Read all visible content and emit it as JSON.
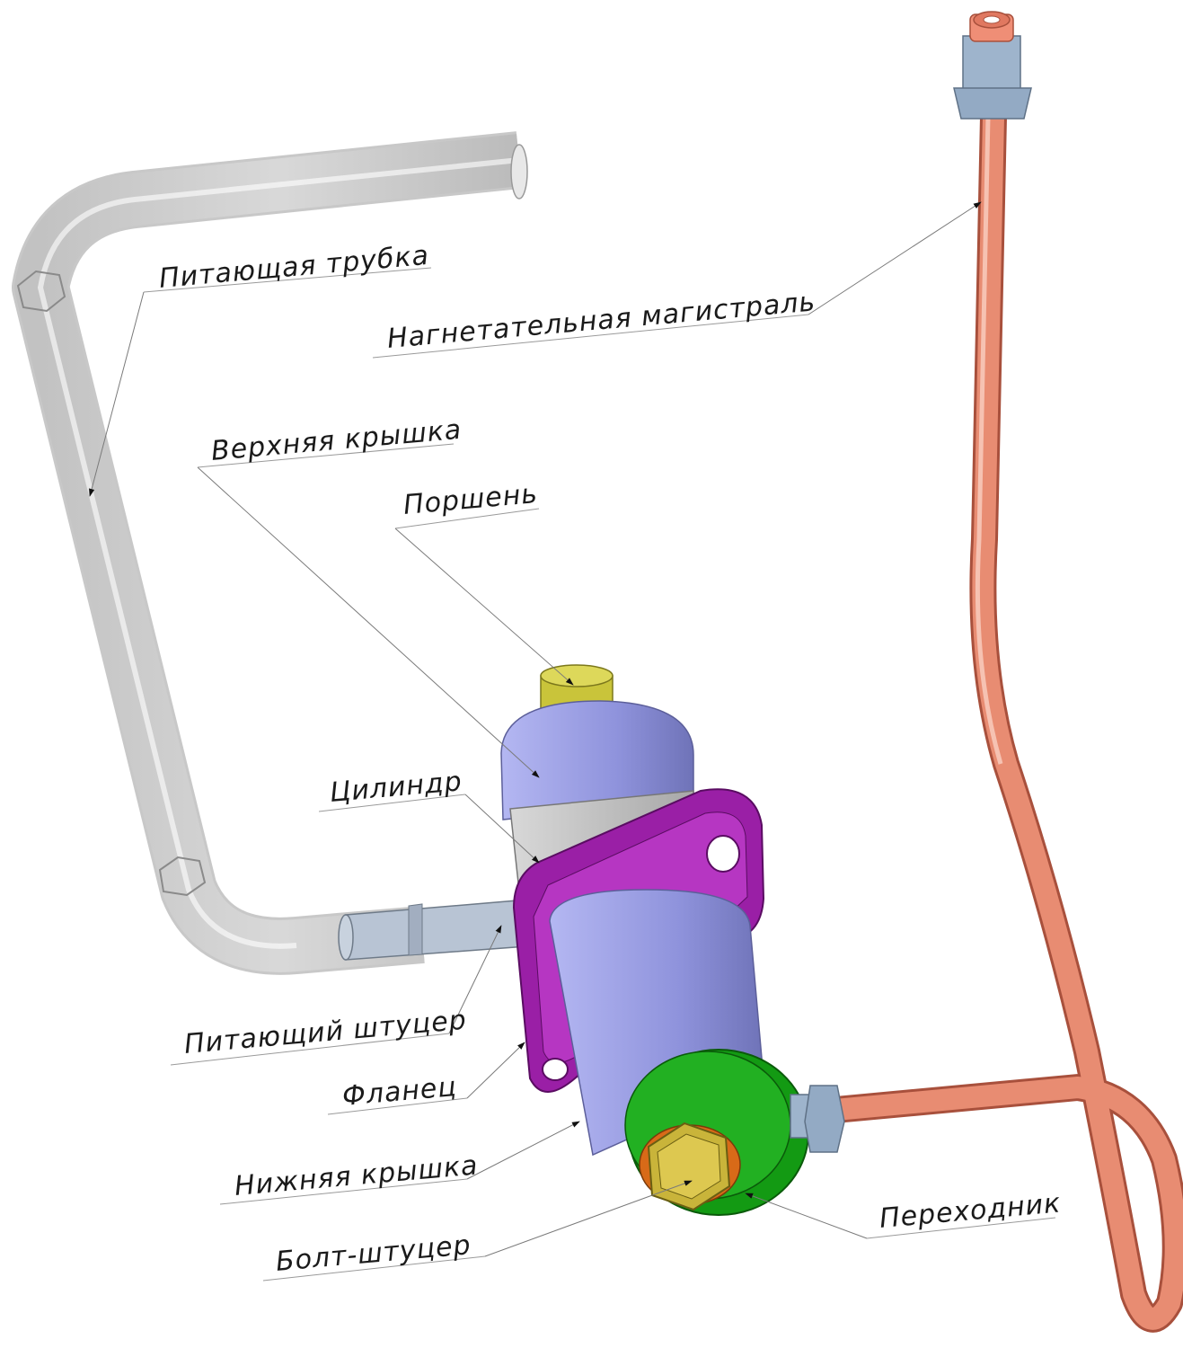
{
  "diagram": {
    "labels": {
      "feed_tube": "Питающая трубка",
      "discharge_line": "Нагнетательная магистраль",
      "top_cover": "Верхняя крышка",
      "piston": "Поршень",
      "cylinder": "Цилиндр",
      "feed_fitting": "Питающий штуцер",
      "flange": "Фланец",
      "bottom_cover": "Нижняя крышка",
      "adapter": "Переходник",
      "banjo_bolt": "Болт-штуцер"
    },
    "colors": {
      "feed_tube": "#d4d4d4",
      "discharge_line": "#e0826a",
      "top_cover": "#9ea2ea",
      "piston": "#c9c43a",
      "cylinder": "#c8c8c8",
      "feed_fitting": "#b8c4d4",
      "flange": "#9a1fa6",
      "bottom_cover": "#9a9ee6",
      "adapter": "#22a822",
      "banjo_bolt": "#c9b43a",
      "union_nut": "#9eb4cc"
    }
  }
}
